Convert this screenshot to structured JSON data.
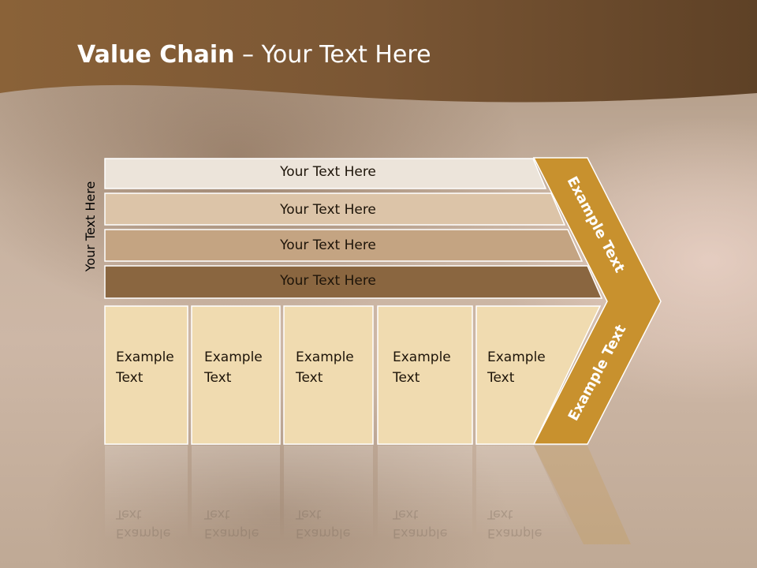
{
  "title": {
    "bold": "Value Chain",
    "rest": " – Your Text Here"
  },
  "side_label": "Your Text Here",
  "bands": [
    {
      "label": "Your Text Here",
      "color": "#ece4da"
    },
    {
      "label": "Your Text Here",
      "color": "#dcc4a8"
    },
    {
      "label": "Your Text Here",
      "color": "#c4a482"
    },
    {
      "label": "Your Text Here",
      "color": "#8a6640"
    }
  ],
  "cells": [
    {
      "line1": "Example",
      "line2": "Text"
    },
    {
      "line1": "Example",
      "line2": "Text"
    },
    {
      "line1": "Example",
      "line2": "Text"
    },
    {
      "line1": "Example",
      "line2": "Text"
    },
    {
      "line1": "Example",
      "line2": "Text"
    }
  ],
  "chevron": {
    "upper": "Example Text",
    "lower": "Example Text",
    "color": "#c8912e"
  },
  "colors": {
    "header": "#7a5634",
    "cell": "#f0dbb0"
  }
}
